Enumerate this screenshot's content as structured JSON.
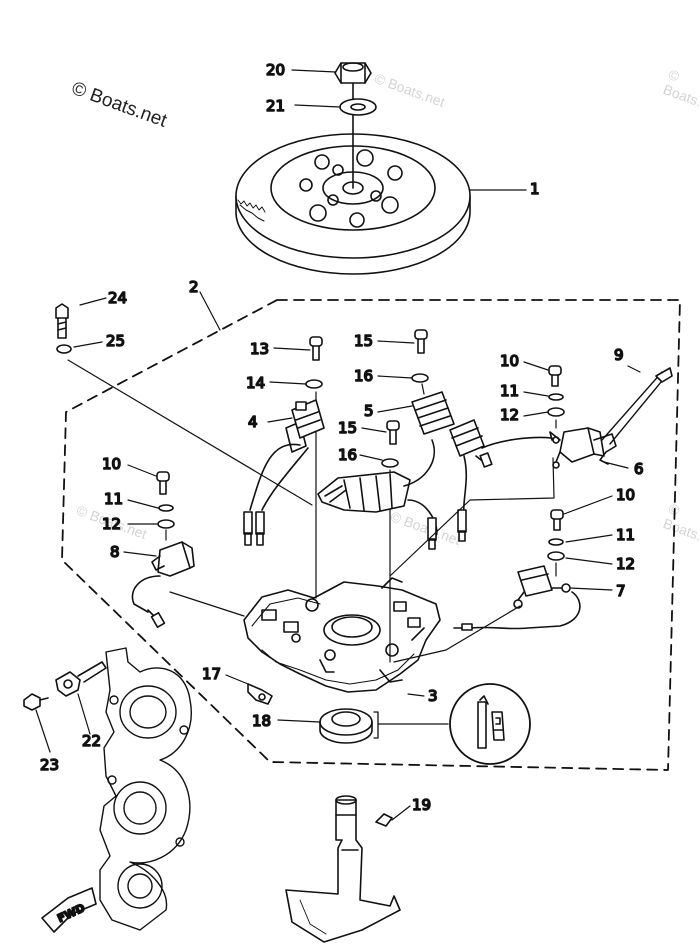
{
  "diagram": {
    "watermark": "© Boats.net",
    "callouts": {
      "c1": "1",
      "c2": "2",
      "c3": "3",
      "c4": "4",
      "c5": "5",
      "c6": "6",
      "c7": "7",
      "c8": "8",
      "c9": "9",
      "c10": "10",
      "c11": "11",
      "c12": "12",
      "c13": "13",
      "c14": "14",
      "c15": "15",
      "c16": "16",
      "c17": "17",
      "c18": "18",
      "c19": "19",
      "c20": "20",
      "c21": "21",
      "c22": "22",
      "c23": "23",
      "c24": "24",
      "c25": "25"
    },
    "direction_label": "FWD"
  }
}
